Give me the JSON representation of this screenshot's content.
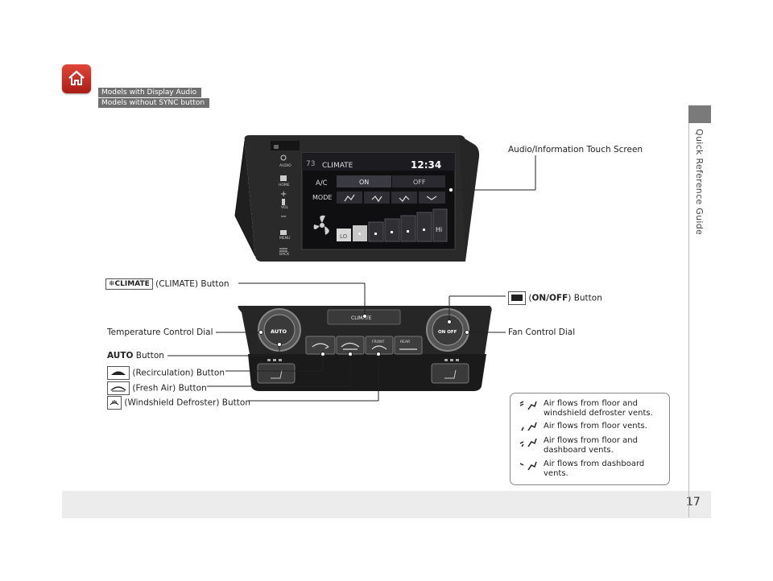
{
  "page": {
    "number": "17",
    "section_title": "Quick Reference Guide"
  },
  "tags": [
    "Models with Display Audio",
    "Models without SYNC button"
  ],
  "screen": {
    "callout": "Audio/Information Touch Screen",
    "title": "CLIMATE",
    "temp": "73",
    "clock": "12:34",
    "ac_label": "A/C",
    "ac_on": "ON",
    "ac_off": "OFF",
    "mode_label": "MODE",
    "fan_lo": "LO",
    "fan_hi": "Hi",
    "side_buttons": [
      "AUDIO",
      "HOME",
      "VOL",
      "MENU",
      "BACK"
    ]
  },
  "panel": {
    "climate_chip": "CLIMATE",
    "climate_button_text": "(CLIMATE) Button",
    "climate_bold": "CLIMATE",
    "onoff_bold": "ON/OFF",
    "onoff_text": ") Button",
    "temp_dial": "Temperature Control Dial",
    "fan_dial": "Fan Control Dial",
    "auto_bold": "AUTO",
    "auto_text": " Button",
    "recirc": "(Recirculation) Button",
    "fresh": "(Fresh Air) Button",
    "defrost": "(Windshield Defroster) Button",
    "dial_left_text": "AUTO",
    "dial_right_text": "ON OFF",
    "front_label": "FRONT",
    "rear_label": "REAR"
  },
  "legend": [
    "Air flows from floor and windshield defroster vents.",
    "Air flows from floor vents.",
    "Air flows from floor and dashboard vents.",
    "Air flows from dashboard vents."
  ]
}
